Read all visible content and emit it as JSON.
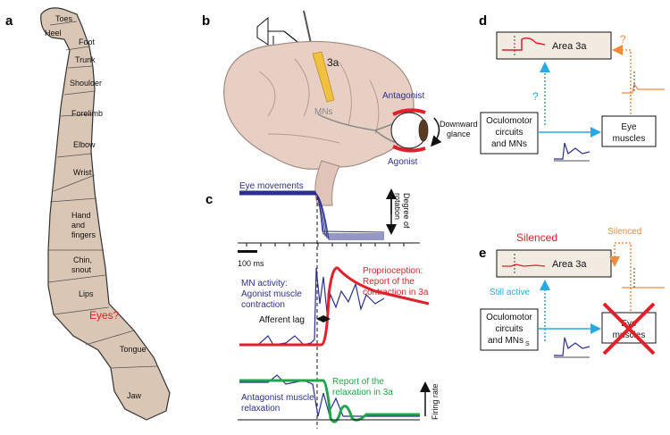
{
  "panels": {
    "a": "a",
    "b": "b",
    "c": "c",
    "d": "d",
    "e": "e"
  },
  "homunculus": {
    "regions": [
      "Toes",
      "Heel",
      "Foot",
      "Trunk",
      "Shoulder",
      "Forelimb",
      "Elbow",
      "Wrist",
      "Hand",
      "and",
      "fingers",
      "Chin,",
      "snout",
      "Lips",
      "Tongue",
      "Jaw"
    ],
    "eyes": "Eyes?"
  },
  "brain": {
    "area": "3a",
    "mns": "MNs",
    "antagonist": "Antagonist",
    "agonist": "Agonist",
    "glance": [
      "Downward",
      "glance"
    ]
  },
  "traces": {
    "eye_movements": "Eye movements",
    "rotation": [
      "Degree of",
      "rotation"
    ],
    "scale": "100 ms",
    "mn_activity": [
      "MN activity:",
      "Agonist muscle",
      "contraction"
    ],
    "proprioception": [
      "Proprioception:",
      "Report of the",
      "contraction in 3a"
    ],
    "afferent_lag": "Afferent lag",
    "antagonist_relax": [
      "Antagonist muscle",
      "relaxation"
    ],
    "report_relax": [
      "Report of the",
      "relaxation in 3a"
    ],
    "firing_rate": "Firing rate"
  },
  "schematic_d": {
    "area": "Area 3a",
    "oculomotor": [
      "Oculomotor",
      "circuits",
      "and MNs"
    ],
    "eye_muscles": [
      "Eye",
      "muscles"
    ],
    "q1": "?",
    "q2": "?"
  },
  "schematic_e": {
    "silenced_title": "Silenced",
    "area": "Area 3a",
    "silenced_side": "Silenced",
    "still_active": "Still active",
    "oculomotor": [
      "Oculomotor",
      "circuits",
      "and MNs"
    ],
    "subscript": "S",
    "eye_muscles": [
      "Eye",
      "muscles"
    ]
  },
  "colors": {
    "blue": "#2b2f8f",
    "red": "#e0202a",
    "green": "#1fa64a",
    "cyan": "#2aa8e0",
    "orange": "#f08a3c",
    "tan": "#d9c6b4",
    "box": "#f2ebe2"
  }
}
